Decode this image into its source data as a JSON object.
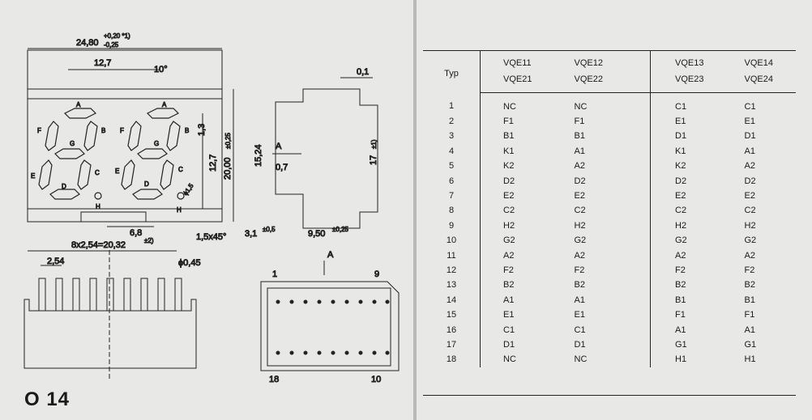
{
  "drawing": {
    "dims": {
      "width_tol": "24,80",
      "tol_upper": "+0,20 *1)",
      "tol_lower": "-0,25",
      "pitch_h": "12,7",
      "angle": "10°",
      "seg_height": "12,7",
      "height_tol": "20,00",
      "height_tol_sup": "±0,25",
      "small_h": "1,3",
      "offset": "6,8",
      "chamfer": "1,5x45°",
      "pin_row": "8x2,54=20,32",
      "pin_row_sup": "±2)",
      "pin_pitch": "2,54",
      "pin_dia": "ϕ0,45",
      "dp_dia": "ϕ1,5",
      "side_thick": "0,1",
      "side_h": "15,24",
      "arrow_a": "A",
      "side_gap": "0,7",
      "side_total": "17",
      "side_total_sup": "±1)",
      "side_base": "3,1",
      "side_base_sup": "±0,5",
      "side_depth": "9,50",
      "side_depth_sup": "±0,25",
      "bottom_view_a": "A",
      "pin_1": "1",
      "pin_9": "9",
      "pin_18": "18",
      "pin_10": "10"
    },
    "segments": {
      "a": "A",
      "b": "B",
      "c": "C",
      "d": "D",
      "e": "E",
      "f": "F",
      "g": "G",
      "h": "H"
    },
    "page_label": "O 14"
  },
  "table": {
    "header": {
      "typ": "Typ",
      "row1": [
        "VQE11",
        "VQE12",
        "VQE13",
        "VQE14"
      ],
      "row2": [
        "VQE21",
        "VQE22",
        "VQE23",
        "VQE24"
      ]
    },
    "rows": [
      [
        "1",
        "NC",
        "NC",
        "C1",
        "C1"
      ],
      [
        "2",
        "F1",
        "F1",
        "E1",
        "E1"
      ],
      [
        "3",
        "B1",
        "B1",
        "D1",
        "D1"
      ],
      [
        "4",
        "K1",
        "A1",
        "K1",
        "A1"
      ],
      [
        "5",
        "K2",
        "A2",
        "K2",
        "A2"
      ],
      [
        "6",
        "D2",
        "D2",
        "D2",
        "D2"
      ],
      [
        "7",
        "E2",
        "E2",
        "E2",
        "E2"
      ],
      [
        "8",
        "C2",
        "C2",
        "C2",
        "C2"
      ],
      [
        "9",
        "H2",
        "H2",
        "H2",
        "H2"
      ],
      [
        "10",
        "G2",
        "G2",
        "G2",
        "G2"
      ],
      [
        "11",
        "A2",
        "A2",
        "A2",
        "A2"
      ],
      [
        "12",
        "F2",
        "F2",
        "F2",
        "F2"
      ],
      [
        "13",
        "B2",
        "B2",
        "B2",
        "B2"
      ],
      [
        "14",
        "A1",
        "A1",
        "B1",
        "B1"
      ],
      [
        "15",
        "E1",
        "E1",
        "F1",
        "F1"
      ],
      [
        "16",
        "C1",
        "C1",
        "A1",
        "A1"
      ],
      [
        "17",
        "D1",
        "D1",
        "G1",
        "G1"
      ],
      [
        "18",
        "NC",
        "NC",
        "H1",
        "H1"
      ]
    ]
  }
}
